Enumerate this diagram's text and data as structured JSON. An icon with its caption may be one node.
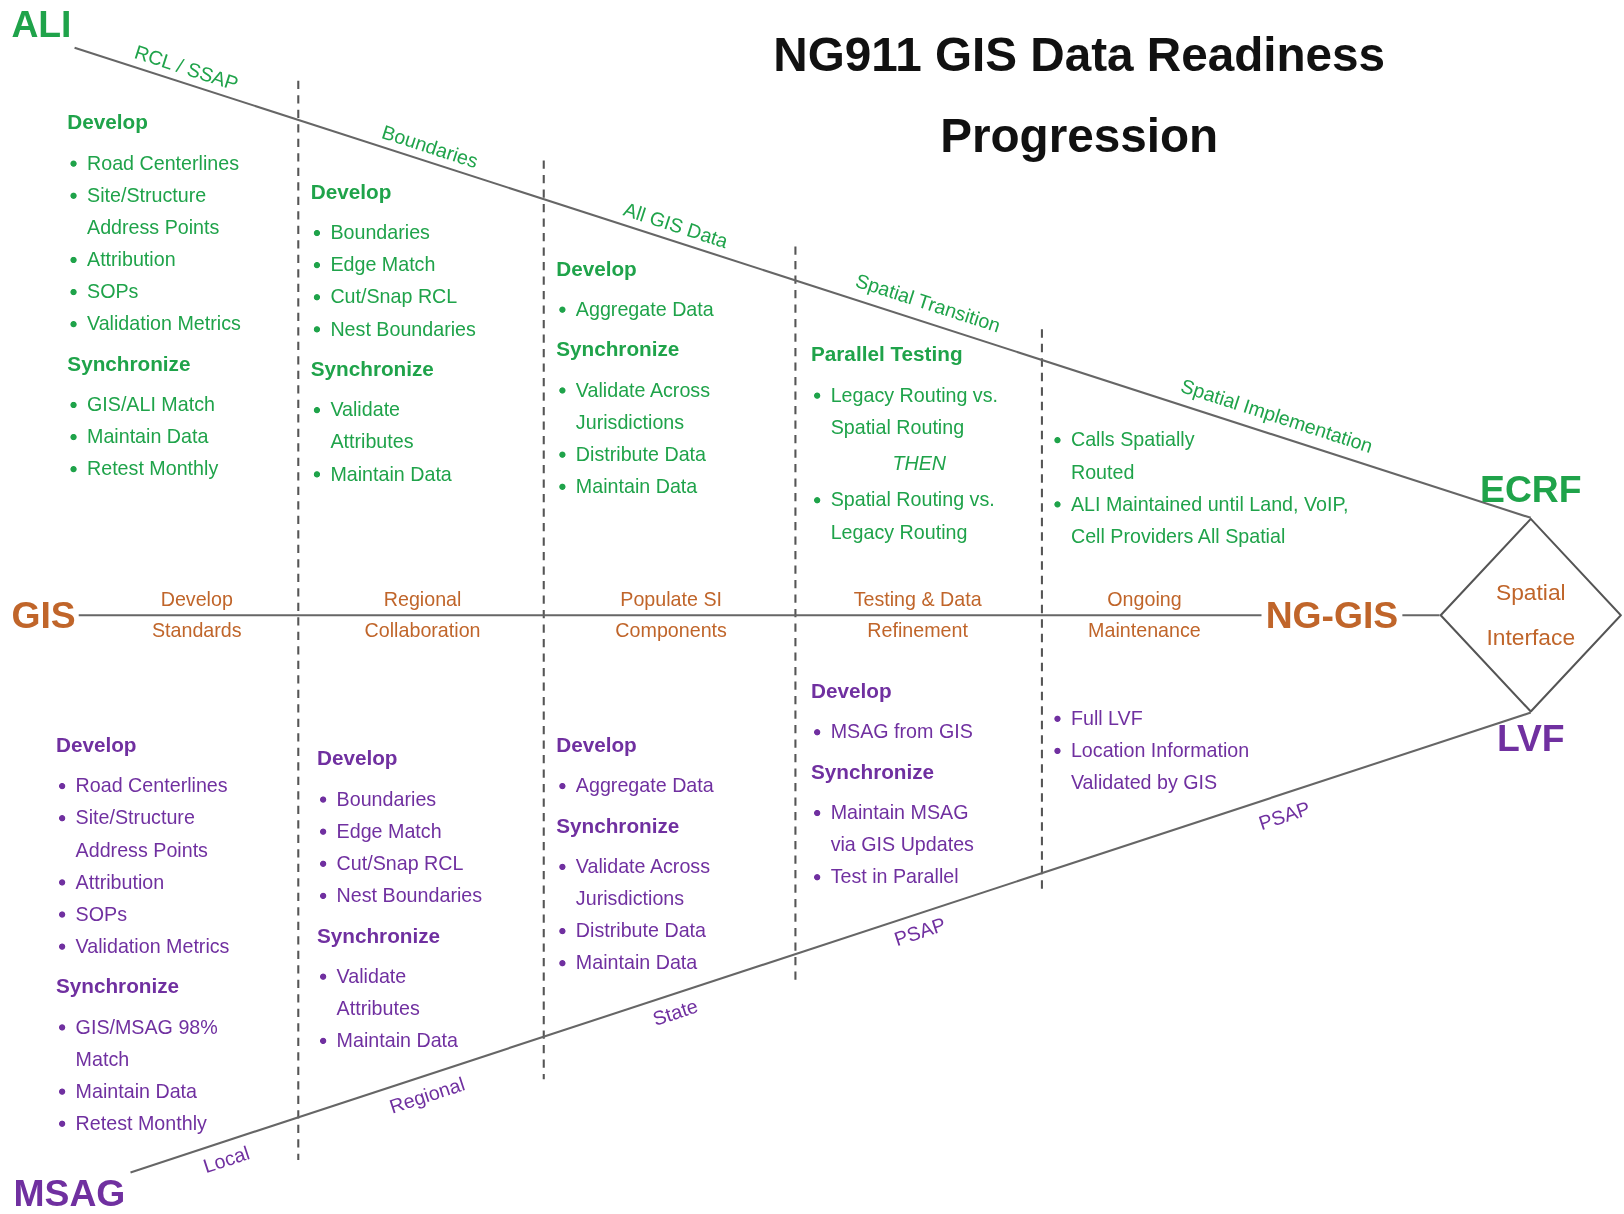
{
  "diagram": {
    "title": "NG911 GIS Data Readiness Progression",
    "nodes": [
      {
        "text": [
          "ALI"
        ]
      },
      {
        "text": [
          "ECRF"
        ]
      },
      {
        "text": [
          "GIS"
        ]
      },
      {
        "text": [
          "NG-GIS"
        ]
      },
      {
        "text": [
          "Spatial Interface"
        ]
      },
      {
        "text": [
          "LVF"
        ]
      },
      {
        "text": [
          "MSAG"
        ]
      }
    ],
    "edges": [
      {
        "from": 0,
        "to": 1,
        "arrow": "none"
      },
      {
        "from": 2,
        "to": 3,
        "arrow": "none"
      },
      {
        "from": 3,
        "to": 4,
        "arrow": "none"
      },
      {
        "from": 6,
        "to": 5,
        "arrow": "none"
      }
    ],
    "labels": [
      "RCL / SSAP",
      "Boundaries",
      "All GIS Data",
      "Spatial Transition",
      "Spatial Implementation",
      "Develop",
      "Road Centerlines",
      "Site/Structure Address Points",
      "Attribution",
      "SOPs",
      "Validation Metrics",
      "Synchronize",
      "GIS/ALI Match",
      "Maintain Data",
      "Retest Monthly",
      "Develop",
      "Boundaries",
      "Edge Match",
      "Cut/Snap RCL",
      "Nest Boundaries",
      "Synchronize",
      "Validate Attributes",
      "Maintain Data",
      "Develop",
      "Aggregate Data",
      "Synchronize",
      "Validate Across Jurisdictions",
      "Distribute Data",
      "Maintain Data",
      "Parallel Testing",
      "Legacy Routing vs. Spatial Routing",
      "THEN",
      "Spatial Routing vs. Legacy Routing",
      "Calls Spatially Routed",
      "ALI Maintained until Land, VoIP, Cell Providers All Spatial",
      "Develop Standards",
      "Regional Collaboration",
      "Populate SI Components",
      "Testing & Data Refinement",
      "Ongoing Maintenance",
      "Develop",
      "Road Centerlines",
      "Site/Structure Address Points",
      "Attribution",
      "SOPs",
      "Validation Metrics",
      "Synchronize",
      "GIS/MSAG 98% Match",
      "Maintain Data",
      "Retest Monthly",
      "Develop",
      "Boundaries",
      "Edge Match",
      "Cut/Snap RCL",
      "Nest Boundaries",
      "Synchronize",
      "Validate Attributes",
      "Maintain Data",
      "Develop",
      "Aggregate Data",
      "Synchronize",
      "Validate Across Jurisdictions",
      "Distribute Data",
      "Maintain Data",
      "Develop",
      "MSAG from GIS",
      "Synchronize",
      "Maintain MSAG via GIS Updates",
      "Test in Parallel",
      "Full LVF",
      "Location Information Validated by GIS",
      "Local",
      "Regional",
      "State",
      "PSAP",
      "PSAP"
    ]
  }
}
